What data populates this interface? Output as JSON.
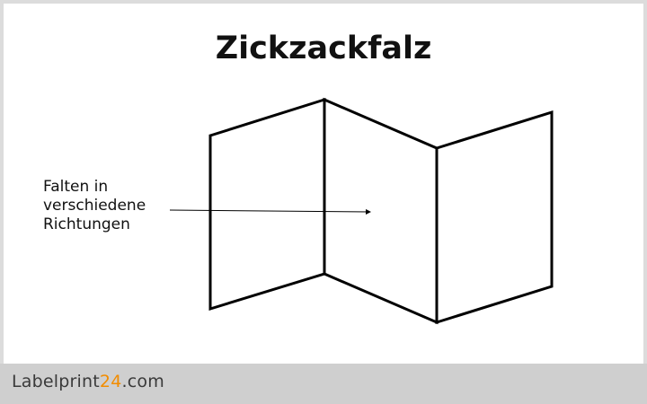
{
  "title": "Zickzackfalz",
  "annotation": {
    "lines": [
      "Falten in",
      "verschiedene",
      "Richtungen"
    ]
  },
  "logo": {
    "part1": "Label",
    "part2": "print",
    "part3": "24",
    "part4": ".com"
  },
  "colors": {
    "background": "#ffffff",
    "footer": "#cfcfcf",
    "outline": "#000000",
    "logo_dark": "#3a3a3a",
    "logo_accent": "#f28c00"
  }
}
